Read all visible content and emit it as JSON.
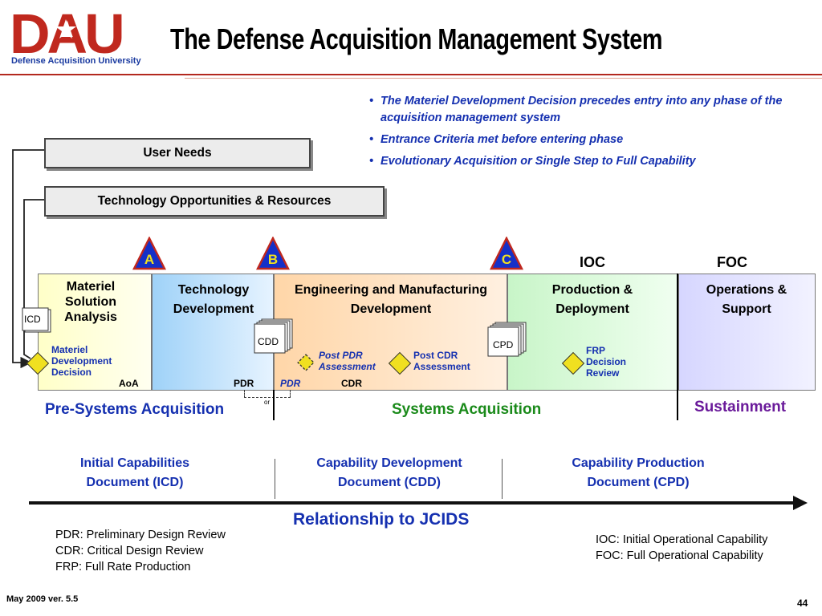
{
  "header": {
    "logo_text": "DAU",
    "logo_subtitle": "Defense Acquisition University",
    "title": "The Defense Acquisition Management System"
  },
  "bullets": [
    "The Materiel Development Decision precedes entry into any phase of the acquisition management system",
    "Entrance Criteria met before entering phase",
    "Evolutionary Acquisition or Single Step to Full Capability"
  ],
  "inputs": {
    "user_needs": "User Needs",
    "tech_opportunities": "Technology Opportunities & Resources"
  },
  "milestones": {
    "a": "A",
    "b": "B",
    "c": "C",
    "ioc": "IOC",
    "foc": "FOC"
  },
  "phases": {
    "msa": "Materiel Solution Analysis",
    "td": "Technology Development",
    "emd": "Engineering and Manufacturing Development",
    "pd": "Production & Deployment",
    "os": "Operations & Support"
  },
  "markers": {
    "icd": "ICD",
    "cdd": "CDD",
    "cpd": "CPD",
    "mdd": "Materiel Development Decision",
    "aoa": "AoA",
    "pdr": "PDR",
    "pdr_italic": "PDR",
    "or": "or",
    "cdr": "CDR",
    "post_pdr": "Post PDR Assessment",
    "post_cdr": "Post CDR Assessment",
    "frp": "FRP Decision Review"
  },
  "phase_groups": {
    "pre_systems": "Pre-Systems Acquisition",
    "systems": "Systems Acquisition",
    "sustainment": "Sustainment"
  },
  "jcids": {
    "icd": "Initial Capabilities Document (ICD)",
    "cdd": "Capability Development Document (CDD)",
    "cpd": "Capability Production Document (CPD)",
    "relationship": "Relationship to JCIDS"
  },
  "legend_left": [
    "PDR: Preliminary Design Review",
    "CDR: Critical Design Review",
    "FRP: Full Rate Production"
  ],
  "legend_right": [
    "IOC: Initial Operational Capability",
    "FOC: Full Operational Capability"
  ],
  "footer": {
    "version": "May 2009  ver. 5.5",
    "page": "44"
  },
  "colors": {
    "brand_red": "#c0281e",
    "accent_blue": "#1530b0",
    "systems_green": "#1a8a1a",
    "sustainment_purple": "#6a1a9a"
  }
}
